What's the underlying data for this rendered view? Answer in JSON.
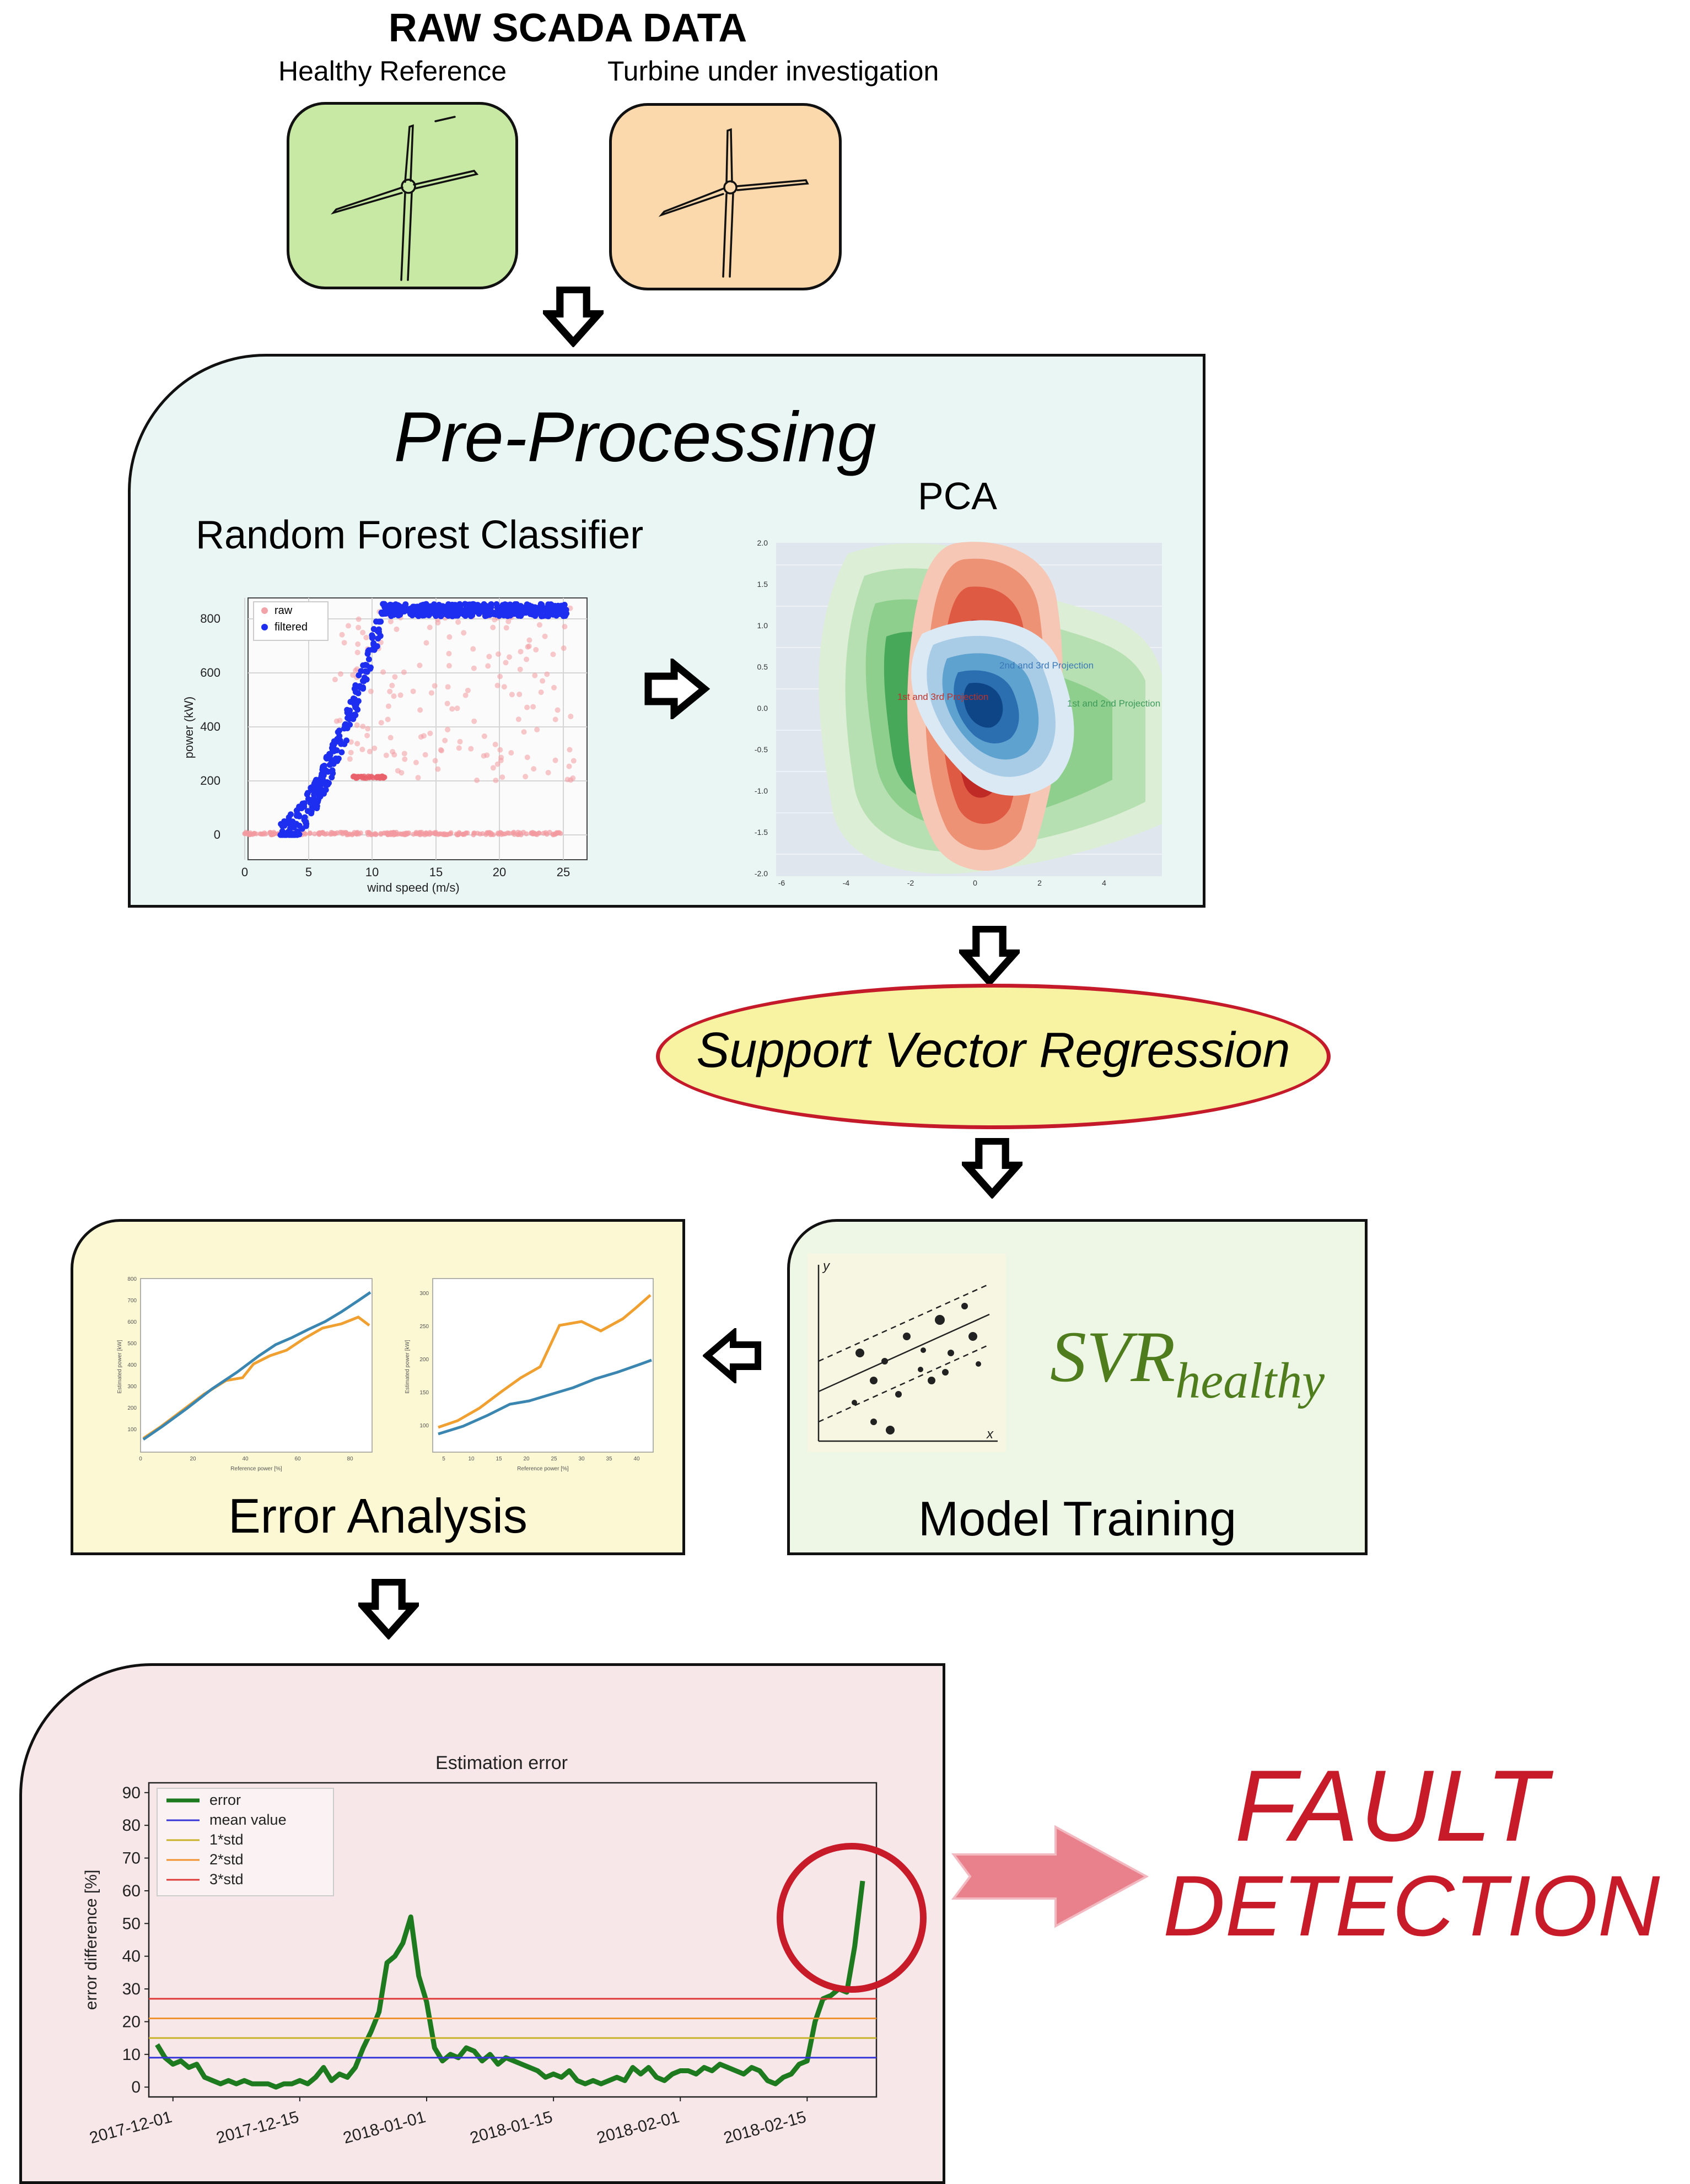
{
  "header": {
    "title": "RAW SCADA DATA",
    "healthy_label": "Healthy Reference",
    "turbine_label": "Turbine under investigation"
  },
  "colors": {
    "healthy_box": "#c8e9a3",
    "investigation_box": "#fbd9ad",
    "preprocessing_bg": "#e9f6f3",
    "error_analysis_bg": "#fbf8d3",
    "model_training_bg": "#eef6e6",
    "fault_bg": "#f8e7e8",
    "svr_ellipse_fill": "#f7f3a3",
    "svr_ellipse_border": "#c41a2a",
    "fault_text": "#c81b2a",
    "svr_healthy_text": "#4f7d1e",
    "right_arrow": "#e8818c"
  },
  "preprocessing": {
    "title": "Pre-Processing",
    "rf_title": "Random Forest Classifier",
    "pca_title": "PCA",
    "rf_chart": {
      "xlabel": "wind speed (m/s)",
      "ylabel": "power (kW)",
      "xticks": [
        "0",
        "5",
        "10",
        "15",
        "20",
        "25"
      ],
      "yticks": [
        "0",
        "200",
        "400",
        "600",
        "800"
      ],
      "legend": [
        "raw",
        "filtered"
      ]
    },
    "pca_chart": {
      "xticks": [
        "-6",
        "-4",
        "-2",
        "0",
        "2",
        "4"
      ],
      "yticks": [
        "2.0",
        "1.5",
        "1.0",
        "0.5",
        "0.0",
        "-0.5",
        "-1.0",
        "-1.5",
        "-2.0"
      ],
      "labels": [
        "2nd and 3rd Projection",
        "1st and 3rd Projection",
        "1st and 2nd Projection"
      ]
    }
  },
  "svr": {
    "label": "Support Vector Regression"
  },
  "error_analysis": {
    "label": "Error Analysis",
    "chart1": {
      "xlabel": "Reference power [%]",
      "ylabel": "Estimated power [kW]",
      "xticks": [
        "0",
        "20",
        "40",
        "60",
        "80"
      ],
      "yticks": [
        "100",
        "200",
        "300",
        "400",
        "500",
        "600",
        "700",
        "800"
      ]
    },
    "chart2": {
      "xlabel": "Reference power [%]",
      "ylabel": "Estimated power [kW]",
      "xticks": [
        "5",
        "10",
        "15",
        "20",
        "25",
        "30",
        "35",
        "40"
      ],
      "yticks": [
        "100",
        "150",
        "200",
        "250",
        "300"
      ]
    }
  },
  "model_training": {
    "label": "Model Training",
    "svr_main": "SVR",
    "svr_sub": "healthy",
    "axis_y": "y",
    "axis_x": "x"
  },
  "fault": {
    "line1": "FAULT",
    "line2": "DETECTION"
  },
  "chart_data": {
    "type": "line",
    "title": "Estimation error",
    "xlabel": "",
    "ylabel": "error difference [%]",
    "ylim": [
      -3,
      93
    ],
    "x_tick_labels": [
      "2017-12-01",
      "2017-12-15",
      "2018-01-01",
      "2018-01-15",
      "2018-02-01",
      "2018-02-15"
    ],
    "y_ticks": [
      0,
      10,
      20,
      30,
      40,
      50,
      60,
      70,
      80,
      90
    ],
    "legend": [
      "error",
      "mean value",
      "1*std",
      "2*std",
      "3*std"
    ],
    "legend_position": "top-left",
    "x_days": [
      0,
      1,
      2,
      3,
      4,
      5,
      6,
      7,
      8,
      9,
      10,
      11,
      12,
      13,
      14,
      15,
      16,
      17,
      18,
      19,
      20,
      21,
      22,
      23,
      24,
      25,
      26,
      27,
      28,
      29,
      30,
      31,
      32,
      33,
      34,
      35,
      36,
      37,
      38,
      39,
      40,
      41,
      42,
      43,
      44,
      45,
      46,
      47,
      48,
      49,
      50,
      51,
      52,
      53,
      54,
      55,
      56,
      57,
      58,
      59,
      60,
      61,
      62,
      63,
      64,
      65,
      66,
      67,
      68,
      69,
      70,
      71,
      72,
      73,
      74,
      75,
      76,
      77,
      78,
      79,
      80,
      81,
      82,
      83,
      84,
      85,
      86,
      87,
      88,
      89
    ],
    "series": [
      {
        "name": "error",
        "color": "#1e7a1e",
        "values": [
          13,
          9,
          7,
          8,
          6,
          7,
          3,
          2,
          1,
          2,
          1,
          2,
          1,
          1,
          1,
          0,
          1,
          1,
          2,
          1,
          3,
          6,
          2,
          4,
          3,
          6,
          12,
          17,
          23,
          38,
          40,
          44,
          52,
          34,
          26,
          12,
          8,
          10,
          9,
          12,
          11,
          8,
          10,
          7,
          9,
          8,
          7,
          6,
          5,
          3,
          4,
          3,
          5,
          2,
          1,
          2,
          1,
          2,
          3,
          2,
          6,
          4,
          6,
          3,
          2,
          4,
          5,
          5,
          4,
          6,
          5,
          7,
          6,
          5,
          4,
          6,
          5,
          2,
          1,
          3,
          4,
          7,
          8,
          20,
          27,
          28,
          30,
          29,
          43,
          63
        ]
      },
      {
        "name": "mean value",
        "color": "#3535d8",
        "constant": 9
      },
      {
        "name": "1*std",
        "color": "#c8b22a",
        "constant": 15
      },
      {
        "name": "2*std",
        "color": "#f0922f",
        "constant": 21
      },
      {
        "name": "3*std",
        "color": "#de3a3a",
        "constant": 27
      }
    ]
  }
}
